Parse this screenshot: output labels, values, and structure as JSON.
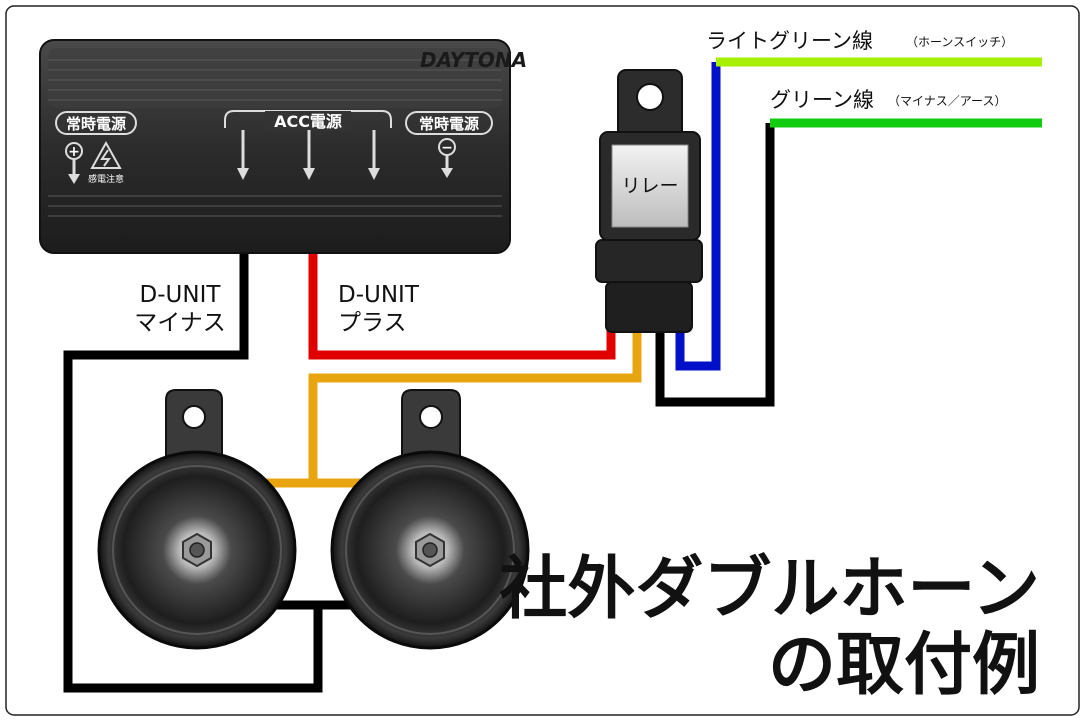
{
  "title": {
    "line1": "社外ダブルホーン",
    "line2": "の取付例"
  },
  "unit": {
    "brand": "DAYTONA",
    "always_power_left": "常時電源",
    "acc_power": "ACC電源",
    "always_power_right": "常時電源",
    "caution": "感電注意",
    "plus_symbol": "+",
    "minus_symbol": "−"
  },
  "relay": {
    "label": "リレー"
  },
  "wires": {
    "minus_label_line1": "D-UNIT",
    "minus_label_line2": "マイナス",
    "plus_label_line1": "D-UNIT",
    "plus_label_line2": "プラス",
    "light_green_main": "ライトグリーン線",
    "light_green_note": "（ホーンスイッチ）",
    "green_main": "グリーン線",
    "green_note": "（マイナス／アース）"
  },
  "colors": {
    "black_wire": "#000000",
    "red_wire": "#e00000",
    "orange_wire": "#e8a510",
    "blue_wire": "#0010c8",
    "light_green_wire": "#a6ef00",
    "green_wire": "#12cc12"
  }
}
